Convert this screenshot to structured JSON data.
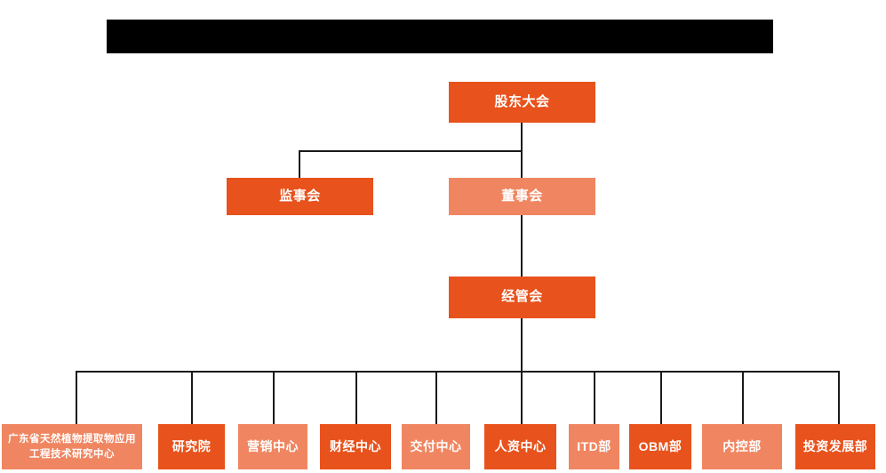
{
  "header": {
    "redacted_bar": ""
  },
  "chart_title": "",
  "org_chart": {
    "type": "org-hierarchy",
    "palette": {
      "dark_orange": "#E8521C",
      "light_orange": "#F08661",
      "connector": "#1A1A1A",
      "background": "#FFFFFF",
      "redaction": "#000000",
      "node_text": "#FFFFFF"
    },
    "levels": [
      {
        "level": 1,
        "nodes": [
          {
            "id": "shareholders",
            "label": "股东大会",
            "tone": "dark"
          }
        ]
      },
      {
        "level": 2,
        "nodes": [
          {
            "id": "supervisors",
            "label": "监事会",
            "tone": "dark"
          },
          {
            "id": "board",
            "label": "董事会",
            "tone": "light"
          }
        ]
      },
      {
        "level": 3,
        "nodes": [
          {
            "id": "management",
            "label": "经管会",
            "tone": "dark"
          }
        ]
      },
      {
        "level": 4,
        "nodes": [
          {
            "id": "research-center",
            "label": "广东省天然植物提取物应用工程技术研究中心",
            "tone": "light"
          },
          {
            "id": "institute",
            "label": "研究院",
            "tone": "dark"
          },
          {
            "id": "marketing",
            "label": "营销中心",
            "tone": "light"
          },
          {
            "id": "finance",
            "label": "财经中心",
            "tone": "dark"
          },
          {
            "id": "delivery",
            "label": "交付中心",
            "tone": "light"
          },
          {
            "id": "hr",
            "label": "人资中心",
            "tone": "dark"
          },
          {
            "id": "itd",
            "label": "ITD部",
            "tone": "light"
          },
          {
            "id": "obm",
            "label": "OBM部",
            "tone": "dark"
          },
          {
            "id": "internal-control",
            "label": "内控部",
            "tone": "light"
          },
          {
            "id": "investment",
            "label": "投资发展部",
            "tone": "dark"
          }
        ]
      }
    ],
    "edges": [
      {
        "from": "shareholders",
        "to": "supervisors"
      },
      {
        "from": "shareholders",
        "to": "board"
      },
      {
        "from": "board",
        "to": "management"
      },
      {
        "from": "management",
        "to": "research-center"
      },
      {
        "from": "management",
        "to": "institute"
      },
      {
        "from": "management",
        "to": "marketing"
      },
      {
        "from": "management",
        "to": "finance"
      },
      {
        "from": "management",
        "to": "delivery"
      },
      {
        "from": "management",
        "to": "hr"
      },
      {
        "from": "management",
        "to": "itd"
      },
      {
        "from": "management",
        "to": "obm"
      },
      {
        "from": "management",
        "to": "internal-control"
      },
      {
        "from": "management",
        "to": "investment"
      }
    ]
  }
}
